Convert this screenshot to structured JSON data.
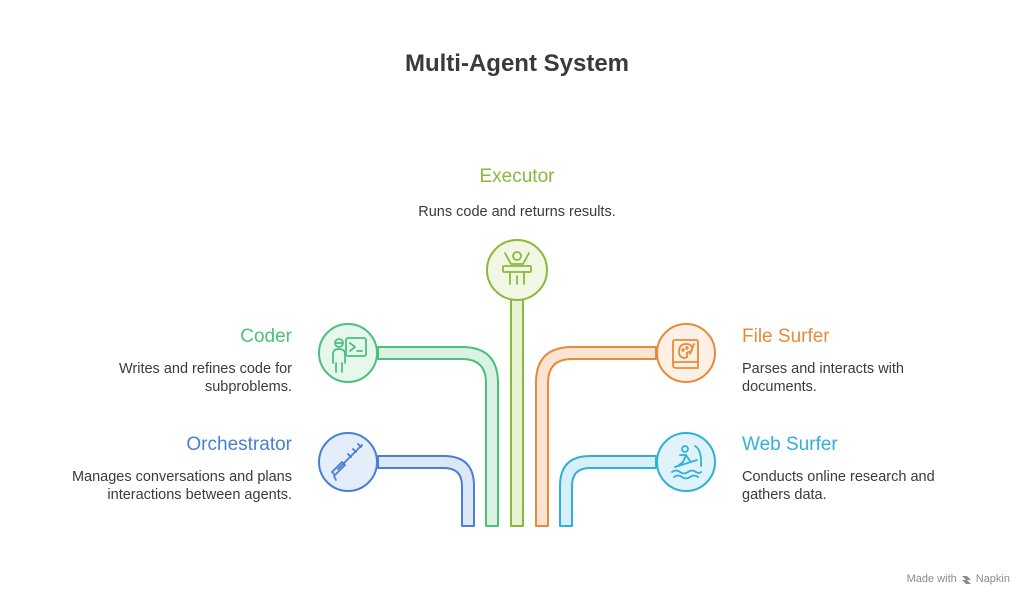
{
  "title": "Multi-Agent System",
  "colors": {
    "executor": "#8ab93a",
    "coder": "#4cc07a",
    "file_surfer": "#e88a3a",
    "orchestrator": "#4a7fd4",
    "web_surfer": "#2fb0d8"
  },
  "agents": {
    "executor": {
      "name": "Executor",
      "description": "Runs code and returns results.",
      "icon": "person-podium-icon"
    },
    "coder": {
      "name": "Coder",
      "description_line1": "Writes and refines code for",
      "description_line2": "subproblems.",
      "icon": "coder-terminal-icon"
    },
    "file_surfer": {
      "name": "File Surfer",
      "description_line1": "Parses and interacts with",
      "description_line2": "documents.",
      "icon": "book-palette-icon"
    },
    "orchestrator": {
      "name": "Orchestrator",
      "description_line1": "Manages conversations and plans",
      "description_line2": "interactions between agents.",
      "icon": "baton-icon"
    },
    "web_surfer": {
      "name": "Web Surfer",
      "description_line1": "Conducts online research and",
      "description_line2": "gathers data.",
      "icon": "surfer-wave-icon"
    }
  },
  "footer": {
    "label": "Made with",
    "brand": "Napkin"
  }
}
